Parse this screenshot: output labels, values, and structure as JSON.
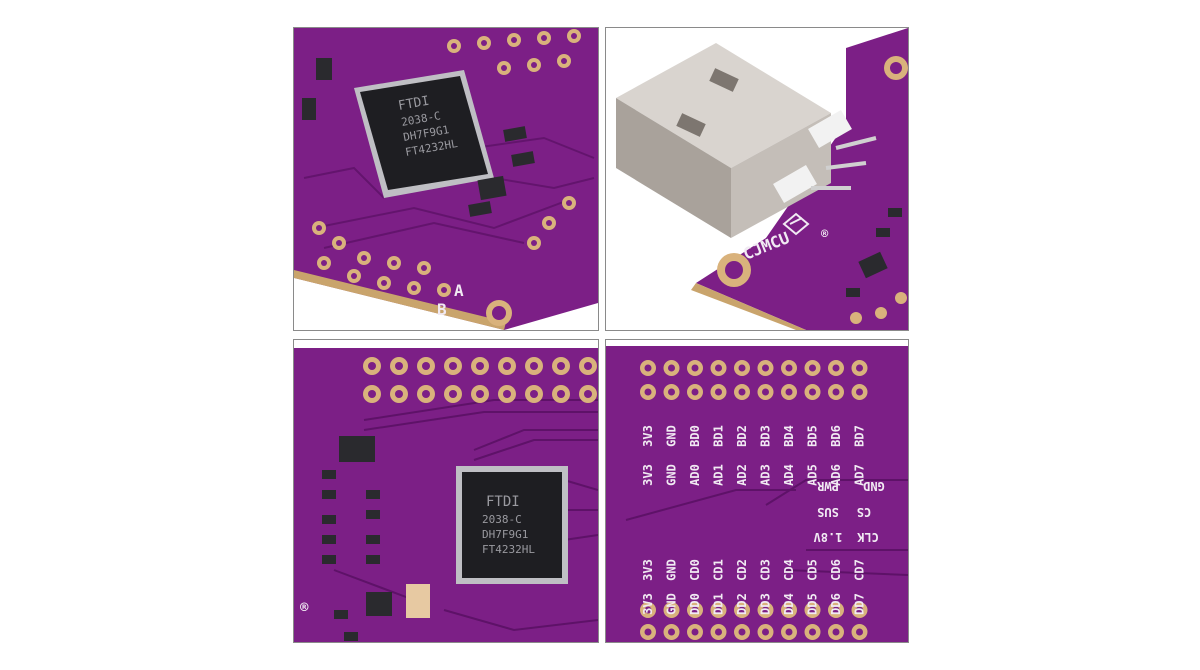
{
  "panels": {
    "top_left": {
      "chip": {
        "brand": "FTDI",
        "line1": "2038-C",
        "line2": "DH7F9G1",
        "line3": "FT4232HL"
      },
      "silk_a": "A",
      "silk_b": "B"
    },
    "top_right": {
      "brand_text": "CJMCU",
      "registered": "®"
    },
    "bottom_left": {
      "chip": {
        "brand": "FTDI",
        "line1": "2038-C",
        "line2": "DH7F9G1",
        "line3": "FT4232HL"
      },
      "registered": "®"
    },
    "bottom_right": {
      "row1": [
        "3V3",
        "GND",
        "AD0",
        "AD1",
        "AD2",
        "AD3",
        "AD4",
        "AD5",
        "AD6",
        "AD7"
      ],
      "row2": [
        "3V3",
        "GND",
        "BD0",
        "BD1",
        "BD2",
        "BD3",
        "BD4",
        "BD5",
        "BD6",
        "BD7"
      ],
      "row3": [
        "3V3",
        "GND",
        "CD0",
        "CD1",
        "CD2",
        "CD3",
        "CD4",
        "CD5",
        "CD6",
        "CD7"
      ],
      "row4": [
        "3V3",
        "GND",
        "DD0",
        "DD1",
        "DD2",
        "DD3",
        "DD4",
        "DD5",
        "DD6",
        "DD7"
      ],
      "side": [
        "GND",
        "PWR",
        "CS",
        "SUS",
        "CLK",
        "1.8V"
      ]
    }
  },
  "colors": {
    "pcb": "#7c1f86",
    "pcb_dark": "#5e1268",
    "pad": "#d9b27c",
    "chip": "#1e1e22",
    "metal": "#b9b3ad"
  }
}
